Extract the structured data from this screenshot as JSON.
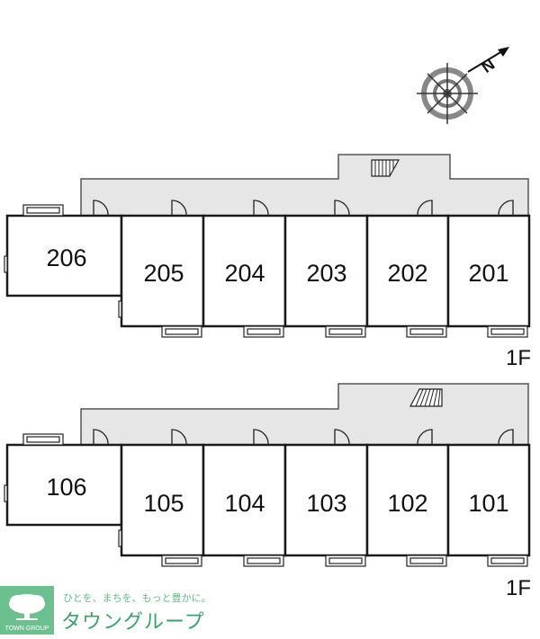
{
  "floors": [
    {
      "id": "2f",
      "floor_label": "1F",
      "rooms": [
        "206",
        "205",
        "204",
        "203",
        "202",
        "201"
      ]
    },
    {
      "id": "1f",
      "floor_label": "1F",
      "rooms": [
        "106",
        "105",
        "104",
        "103",
        "102",
        "101"
      ]
    }
  ],
  "compass": {
    "north_label": "N"
  },
  "brand": {
    "logo_caption": "TOWN GROUP",
    "tagline": "ひとを、まちを、もっと豊かに。",
    "name": "タウングループ",
    "color": "#3aa36a"
  },
  "colors": {
    "corridor": "#e6e6e6",
    "wall": "#1a1a1a"
  }
}
